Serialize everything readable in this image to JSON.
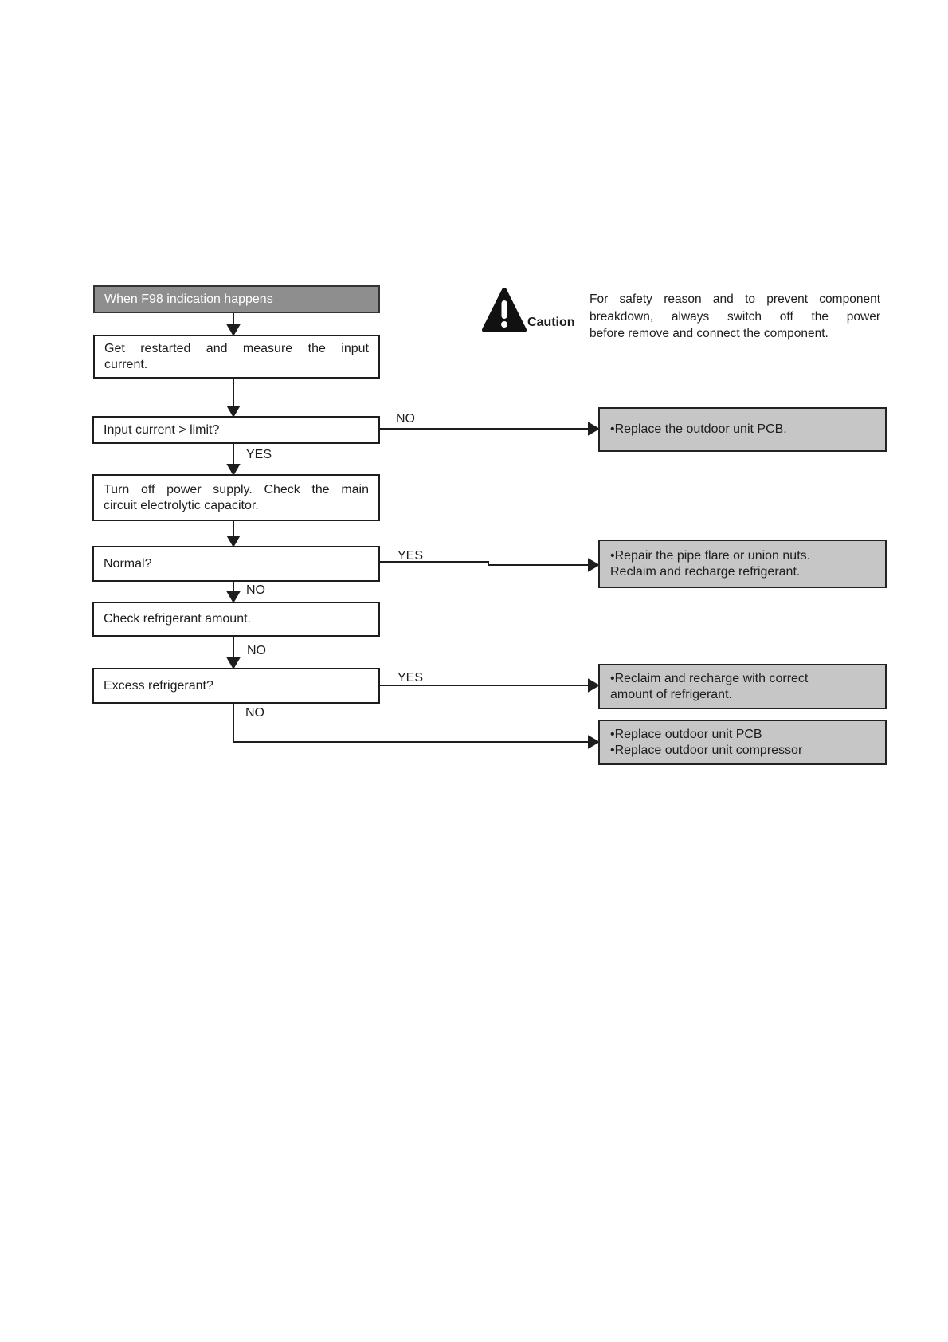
{
  "flow": {
    "start": "When F98 indication happens",
    "nodes": {
      "restart": {
        "lines": [
          "Get restarted and measure the input",
          "current."
        ]
      },
      "input_current": {
        "text": "Input current > limit?"
      },
      "turn_off": {
        "lines": [
          "Turn off power supply. Check the main",
          "circuit electrolytic capacitor."
        ]
      },
      "normal": {
        "text": "Normal?"
      },
      "check_refrigerant": {
        "text": "Check refrigerant amount."
      },
      "excess_refrigerant": {
        "text": "Excess refrigerant?"
      }
    },
    "branches": {
      "input_no": "NO",
      "input_yes": "YES",
      "normal_yes": "YES",
      "normal_no": "NO",
      "check_no": "NO",
      "excess_yes": "YES",
      "excess_no": "NO"
    },
    "actions": {
      "replace_pcb": {
        "lines": [
          "•Replace the outdoor unit PCB."
        ]
      },
      "repair_pipe": {
        "lines": [
          "•Repair the pipe flare or union nuts.",
          "Reclaim and recharge refrigerant."
        ]
      },
      "reclaim_recharge": {
        "lines": [
          "•Reclaim and recharge with correct",
          "amount of refrigerant."
        ]
      },
      "replace_pcb_compressor": {
        "lines": [
          "•Replace outdoor unit PCB",
          "•Replace outdoor unit compressor"
        ]
      }
    }
  },
  "caution": {
    "label": "Caution",
    "lines": [
      "For safety reason and to prevent component",
      "breakdown, always switch off the power",
      "before remove and connect the component."
    ]
  },
  "colors": {
    "header_fill": "#8e8e8e",
    "header_text": "#ffffff",
    "action_fill": "#c6c6c6",
    "ink": "#1d1d1d",
    "page_bg": "#ffffff"
  }
}
